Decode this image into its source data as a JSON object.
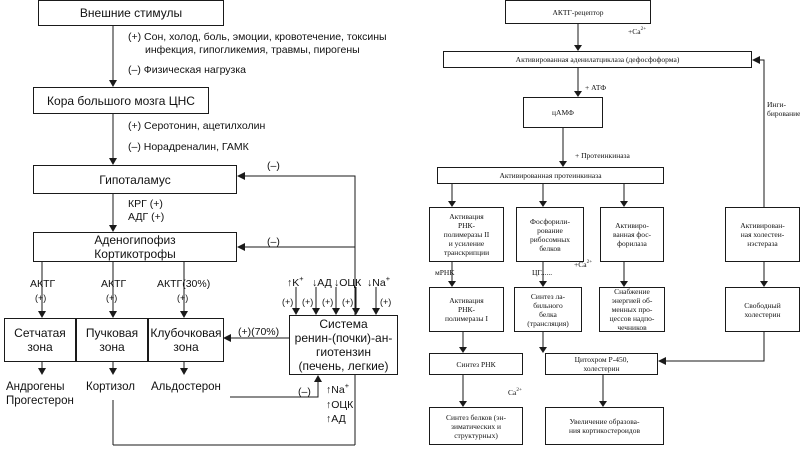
{
  "left": {
    "stimuli_title": "Внешние стимулы",
    "stimuli_pos_1": "(+) Сон, холод, боль, эмоции, кровотечение, токсины",
    "stimuli_pos_2": "инфекция, гипогликемия, травмы, пирогены",
    "stimuli_neg": "(–) Физическая нагрузка",
    "cortex_title": "Кора большого мозга ЦНС",
    "cortex_pos": "(+) Серотонин, ацетилхолин",
    "cortex_neg": "(–) Норадреналин, ГАМК",
    "hypothalamus": "Гипоталамус",
    "feedback_hyp": "(–)",
    "krg": "КРГ (+)",
    "adg": "АДГ (+)",
    "pituitary_1": "Аденогипофиз",
    "pituitary_2": "Кортикотрофы",
    "feedback_pit": "(–)",
    "actg_1": "АКТГ",
    "actg_2": "АКТГ",
    "actg_3": "АКТГ(30%)",
    "plus_a": "(+)",
    "plus_b": "(+)",
    "plus_c": "(+)",
    "ion_k": "K",
    "ion_ad": "АД",
    "ion_ock": "ОЦК",
    "ion_na": "Na",
    "plus_ion_1": "(+)",
    "plus_ion_2": "(+)",
    "plus_ion_3": "(+)",
    "plus_ion_4": "(+)",
    "plus_ion_5": "(+)",
    "zone_1_a": "Сетчатая",
    "zone_1_b": "зона",
    "zone_2_a": "Пучковая",
    "zone_2_b": "зона",
    "zone_3_a": "Клубочковая",
    "zone_3_b": "зона",
    "ras_70": "(+)(70%)",
    "ras_1": "Система",
    "ras_2": "ренин-(почки)-ан-",
    "ras_3": "гиотензин",
    "ras_4": "(печень, легкие)",
    "out_1a": "Андрогены",
    "out_1b": "Прогестерон",
    "out_2": "Кортизол",
    "out_3": "Альдостерон",
    "minus_ras": "(–)",
    "na_up": "Na",
    "ock_up": "ОЦК",
    "ad_up": "АД"
  },
  "right": {
    "receptor": "АКТГ-рецептор",
    "ca_1": "+Ca",
    "ac": "Активированная аденилатциклаза (дефосфоформа)",
    "atf": "+ АТФ",
    "camp": "цАМФ",
    "inhib_1": "Инги-",
    "inhib_2": "бирование",
    "protkinase_label": "+ Протеинкиназа",
    "protkinase": "Активированная протеинкиназа",
    "b1": [
      "Активация",
      "РНК-",
      "полимеразы II",
      "и усиление",
      "транскрипции"
    ],
    "b2": [
      "Фосфорили-",
      "рование",
      "рибосомных",
      "белков"
    ],
    "b3": [
      "Активиро-",
      "ванная фос-",
      "форилаза"
    ],
    "b4": [
      "Активирован-",
      "ная холестеи-",
      "нэстераза"
    ],
    "mrna": "мРНК",
    "cg": "ЦГ......",
    "ca_2": "+Ca",
    "c1": [
      "Активация",
      "РНК-",
      "полимеразы I"
    ],
    "c2": [
      "Синтез ла-",
      "бильного",
      "белка",
      "(трансляция)"
    ],
    "c3": [
      "Снабжение",
      "энергией об-",
      "менных про-",
      "цессов надпо-",
      "чечников"
    ],
    "c4": [
      "Свободный",
      "холестерин"
    ],
    "rna_syn": "Синтез РНК",
    "cyto": [
      "Цитохром Р-450,",
      "холестерин"
    ],
    "ca_3": "Ca",
    "prot_syn": [
      "Синтез белков (эн-",
      "зиматических и",
      "структурных)"
    ],
    "cortico": [
      "Увеличение образова-",
      "ния кортикостероидов"
    ],
    "ca_sup": "2+"
  }
}
